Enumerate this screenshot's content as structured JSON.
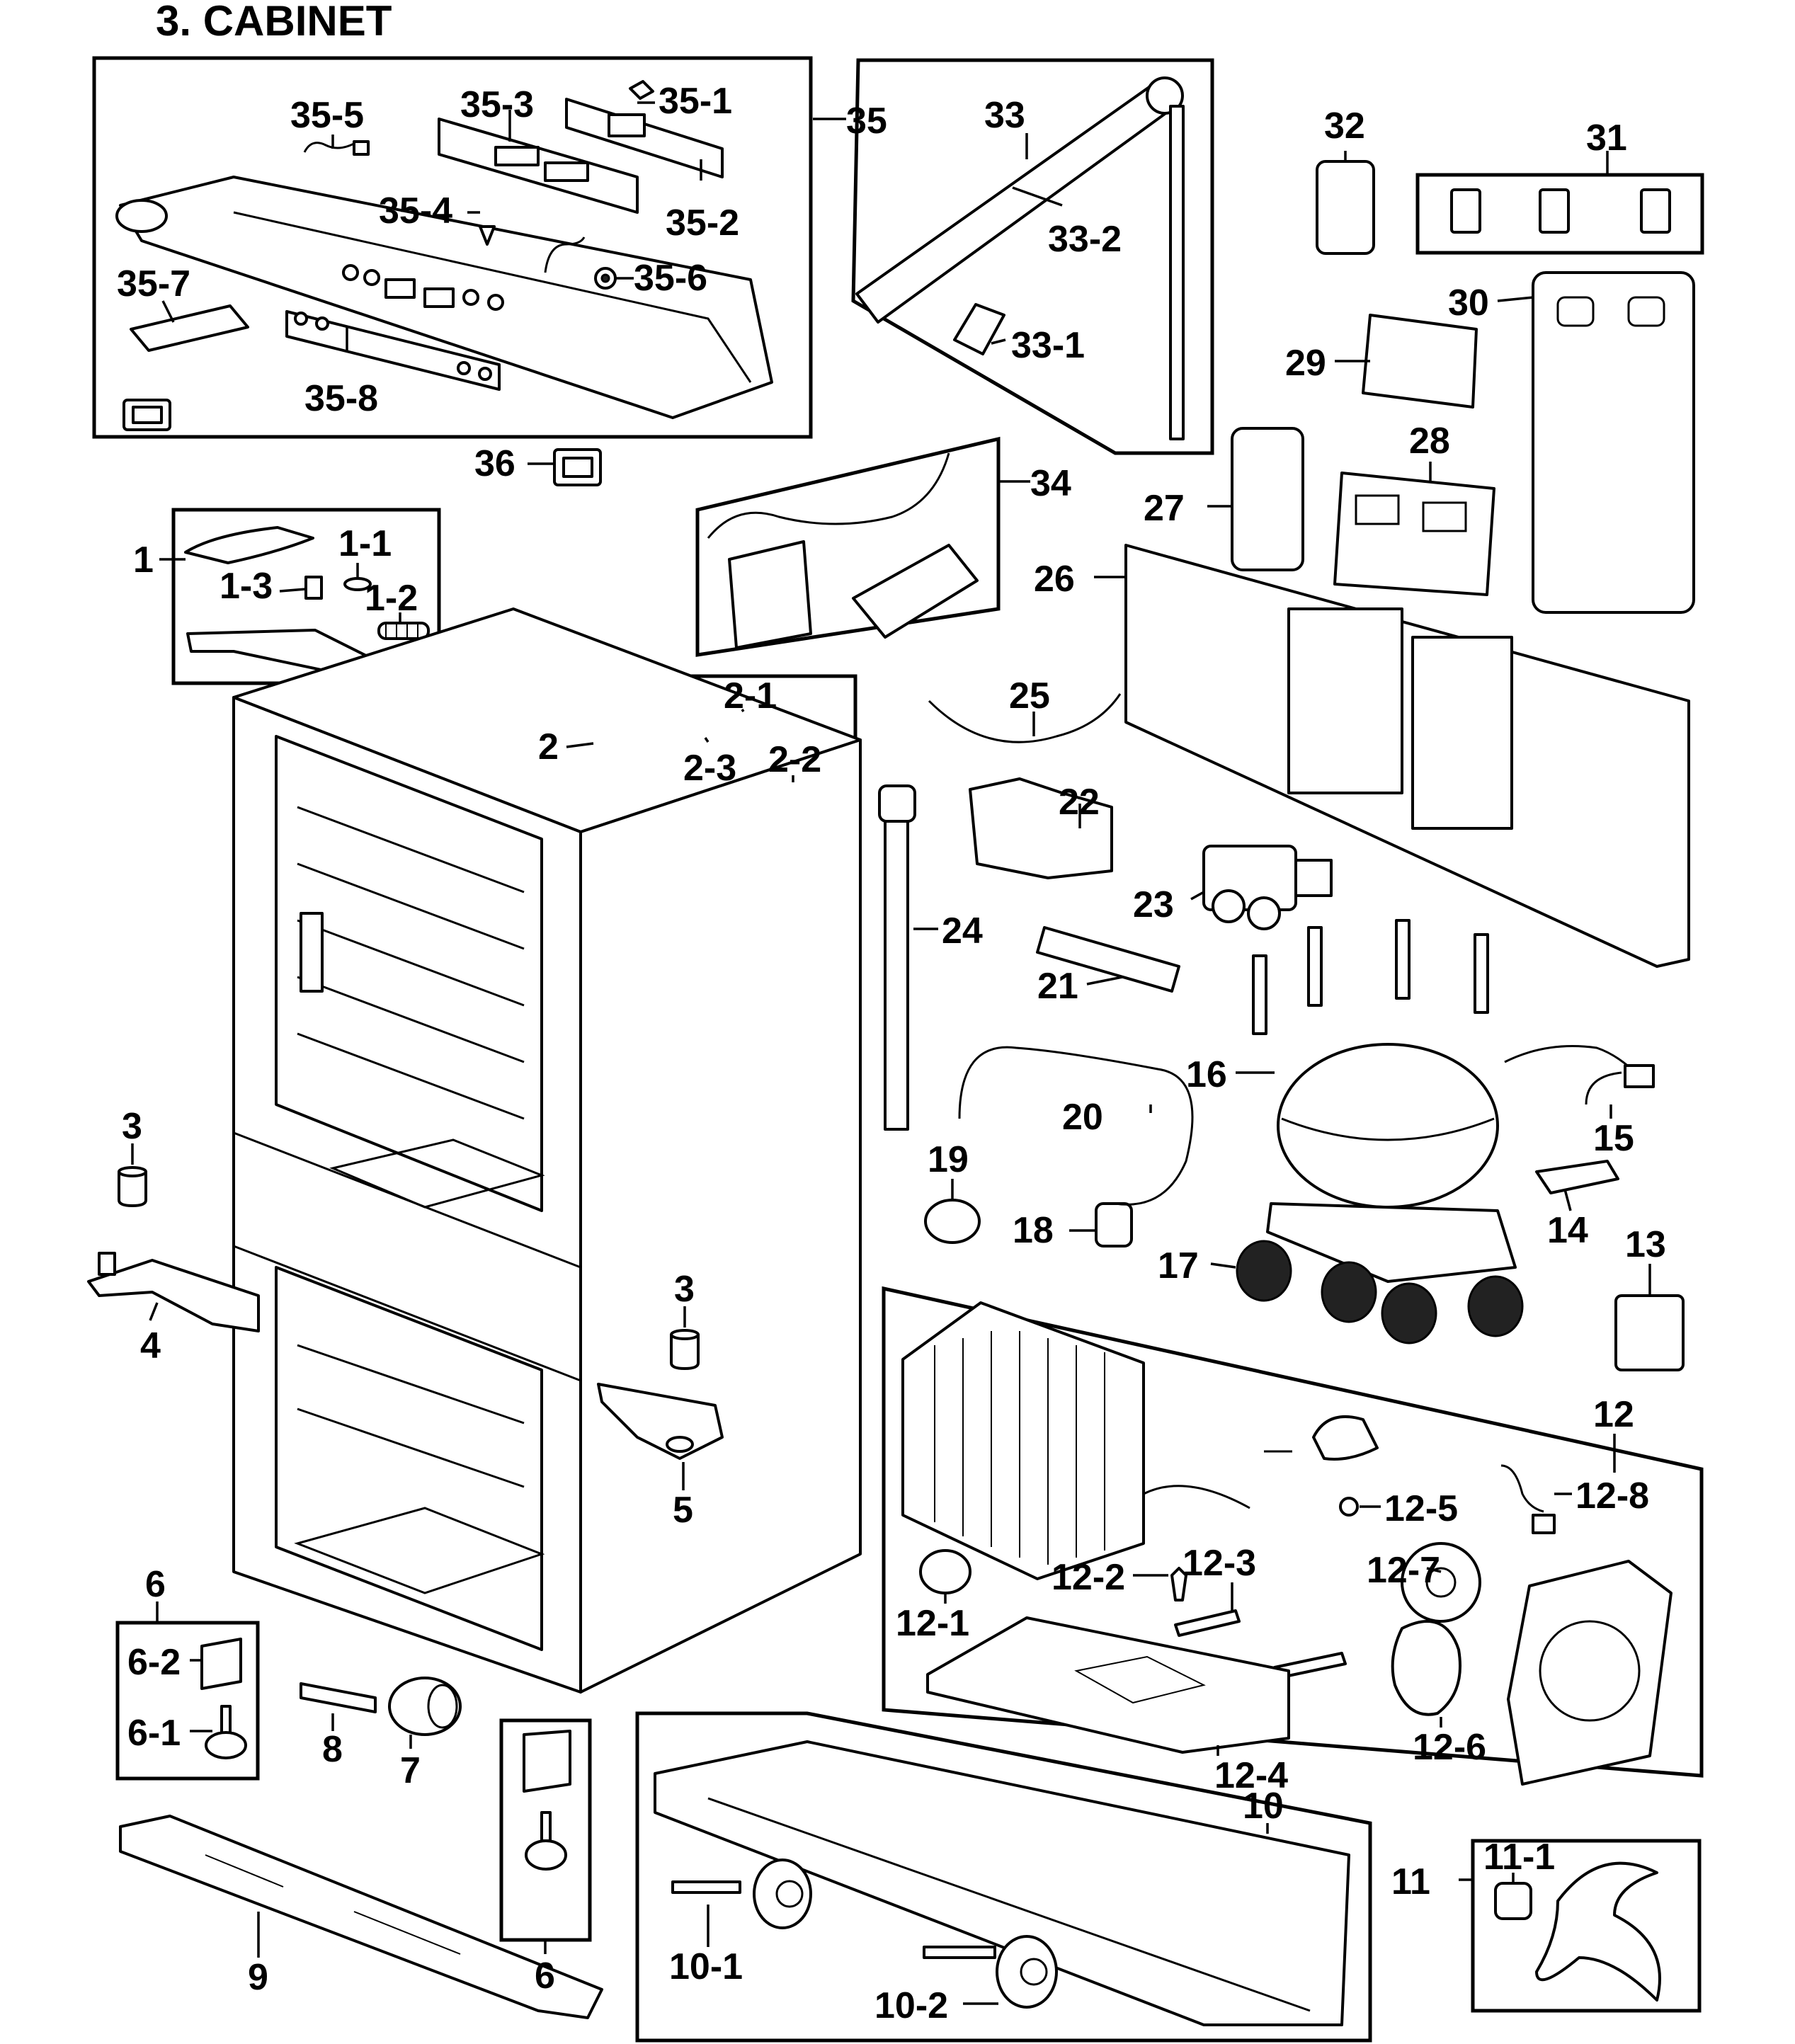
{
  "title": "3. CABINET",
  "labels": {
    "l1": "1",
    "l1_1": "1-1",
    "l1_2": "1-2",
    "l1_3": "1-3",
    "l2": "2",
    "l2_1": "2-1",
    "l2_2": "2-2",
    "l2_3": "2-3",
    "l3a": "3",
    "l3b": "3",
    "l4": "4",
    "l5": "5",
    "l6a": "6",
    "l6b": "6",
    "l6_1": "6-1",
    "l6_2": "6-2",
    "l7": "7",
    "l8": "8",
    "l9": "9",
    "l10": "10",
    "l10_1": "10-1",
    "l10_2": "10-2",
    "l11": "11",
    "l11_1": "11-1",
    "l12": "12",
    "l12_1": "12-1",
    "l12_2": "12-2",
    "l12_3": "12-3",
    "l12_4": "12-4",
    "l12_5": "12-5",
    "l12_6": "12-6",
    "l12_7": "12-7",
    "l12_8": "12-8",
    "l13": "13",
    "l14": "14",
    "l15": "15",
    "l16": "16",
    "l17": "17",
    "l18": "18",
    "l19": "19",
    "l20": "20",
    "l21": "21",
    "l22": "22",
    "l23": "23",
    "l24": "24",
    "l25": "25",
    "l26": "26",
    "l27": "27",
    "l28": "28",
    "l29": "29",
    "l30": "30",
    "l31": "31",
    "l32": "32",
    "l33": "33",
    "l33_1": "33-1",
    "l33_2": "33-2",
    "l34": "34",
    "l35": "35",
    "l35_1": "35-1",
    "l35_2": "35-2",
    "l35_3": "35-3",
    "l35_4": "35-4",
    "l35_5": "35-5",
    "l35_6": "35-6",
    "l35_7": "35-7",
    "l35_8": "35-8",
    "l36": "36"
  },
  "colors": {
    "line": "#000000",
    "background": "#ffffff",
    "fill_dark": "#222222"
  }
}
